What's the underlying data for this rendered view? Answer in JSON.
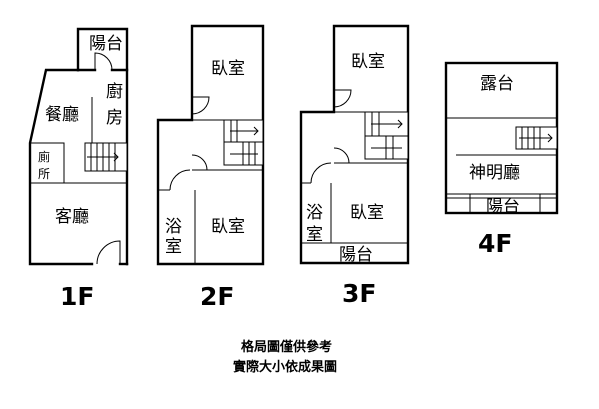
{
  "floors": [
    {
      "label": "1F",
      "rooms": {
        "balcony": "陽台",
        "dining": "餐廳",
        "kitchen_1": "廚",
        "kitchen_2": "房",
        "toilet_1": "廁",
        "toilet_2": "所",
        "living": "客廳"
      }
    },
    {
      "label": "2F",
      "rooms": {
        "bedroom_front": "臥室",
        "bath_1": "浴",
        "bath_2": "室",
        "bedroom_back": "臥室"
      }
    },
    {
      "label": "3F",
      "rooms": {
        "bedroom_front": "臥室",
        "bath_1": "浴",
        "bath_2": "室",
        "bedroom_back": "臥室",
        "balcony": "陽台"
      }
    },
    {
      "label": "4F",
      "rooms": {
        "terrace": "露台",
        "shrine": "神明廳",
        "balcony": "陽台"
      }
    }
  ],
  "note": {
    "line1": "格局圖僅供參考",
    "line2": "實際大小依成果圖"
  }
}
